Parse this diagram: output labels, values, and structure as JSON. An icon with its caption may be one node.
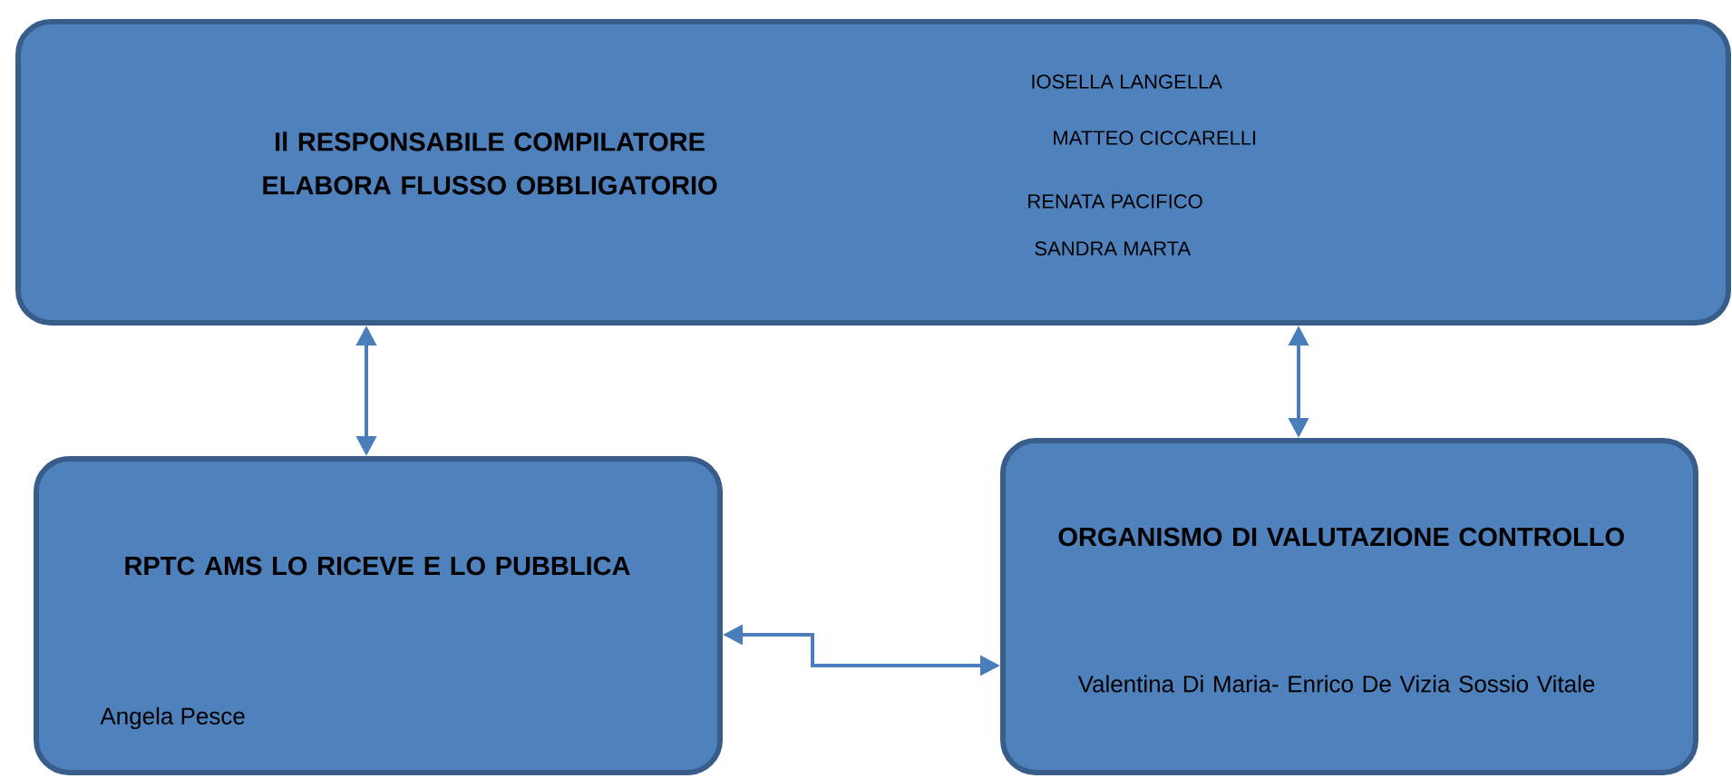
{
  "diagram": {
    "nodes": [
      {
        "text": [
          "Il RESPONSABILE COMPILATORE ELABORA FLUSSO OBBLIGATORIO",
          "IOSELLA LANGELLA",
          "MATTEO CICCARELLI",
          "RENATA PACIFICO",
          "SANDRA MARTA"
        ]
      },
      {
        "text": [
          "RPTC AMS LO RICEVE E LO PUBBLICA",
          "Angela Pesce"
        ]
      },
      {
        "text": [
          "ORGANISMO DI VALUTAZIONE CONTROLLO",
          "Valentina Di Maria- Enrico De Vizia Sossio Vitale"
        ]
      }
    ],
    "edges": [
      {
        "from": 1,
        "to": 0,
        "arrow": "both"
      },
      {
        "from": 2,
        "to": 0,
        "arrow": "both"
      },
      {
        "from": 1,
        "to": 2,
        "arrow": "both"
      }
    ]
  }
}
